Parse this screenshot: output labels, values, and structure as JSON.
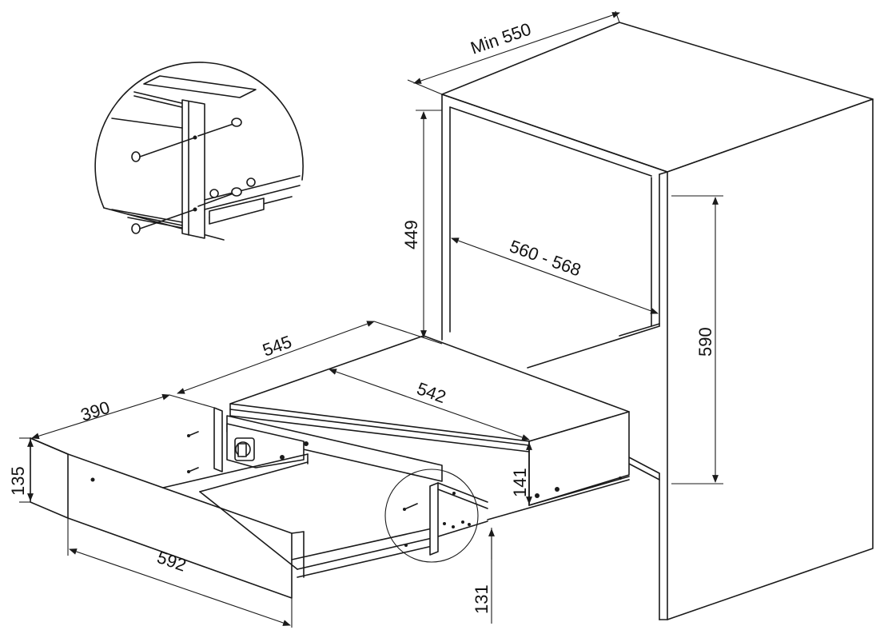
{
  "dimensions": {
    "min_depth": "Min 550",
    "niche_height": "449",
    "niche_width": "560 - 568",
    "cabinet_height": "590",
    "depth_545": "545",
    "drawer_extension": "390",
    "body_width": "542",
    "front_height": "135",
    "body_height": "141",
    "front_width": "592",
    "bottom_offset": "131"
  },
  "colors": {
    "line": "#1a1a1a",
    "background": "#ffffff"
  }
}
